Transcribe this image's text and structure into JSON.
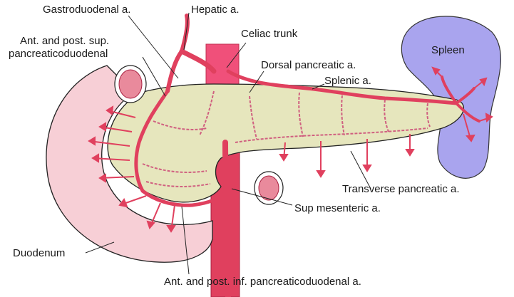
{
  "labels": {
    "gastroduodenal": "Gastroduodenal a.",
    "hepatic": "Hepatic a.",
    "ant_post_sup_1": "Ant. and post. sup.",
    "ant_post_sup_2": "pancreaticoduodenal",
    "celiac": "Celiac trunk",
    "dorsal": "Dorsal pancreatic a.",
    "splenic": "Splenic a.",
    "spleen": "Spleen",
    "transverse": "Transverse pancreatic a.",
    "sup_mesenteric": "Sup mesenteric a.",
    "duodenum": "Duodenum",
    "ant_post_inf": "Ant. and post. inf. pancreaticoduodenal a."
  },
  "colors": {
    "artery": "#e0405e",
    "artery_dark": "#a82040",
    "aorta": "#f0507a",
    "pancreas": "#e6e6bd",
    "duodenum": "#f7cfd6",
    "spleen": "#a9a4ee",
    "vessel_ring": "#e98a9c"
  }
}
